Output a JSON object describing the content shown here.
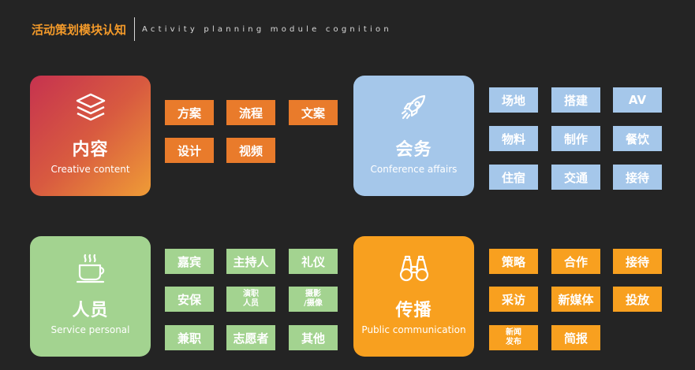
{
  "header": {
    "title_cn": "活动策划模块认知",
    "title_en": "Activity planning module cognition"
  },
  "sections": [
    {
      "id": "content",
      "title": "内容",
      "subtitle": "Creative content",
      "icon": "layers-icon",
      "tags": [
        "方案",
        "流程",
        "文案",
        "设计",
        "视频"
      ]
    },
    {
      "id": "conference",
      "title": "会务",
      "subtitle": "Conference affairs",
      "icon": "rocket-icon",
      "tags": [
        "场地",
        "搭建",
        "AV",
        "物料",
        "制作",
        "餐饮",
        "住宿",
        "交通",
        "接待"
      ]
    },
    {
      "id": "personnel",
      "title": "人员",
      "subtitle": "Service personal",
      "icon": "coffee-cup-icon",
      "tags": [
        "嘉宾",
        "主持人",
        "礼仪",
        "安保",
        "演职\n人员",
        "摄影\n/摄像",
        "兼职",
        "志愿者",
        "其他"
      ]
    },
    {
      "id": "communication",
      "title": "传播",
      "subtitle": "Public communication",
      "icon": "binoculars-icon",
      "tags": [
        "策略",
        "合作",
        "接待",
        "采访",
        "新媒体",
        "投放",
        "新闻\n发布",
        "简报"
      ]
    }
  ],
  "colors": {
    "background": "#242424",
    "accent_orange": "#f39a2a",
    "content_tag": "#e97b2b",
    "conference": "#a5c7ea",
    "personnel": "#a3d390",
    "communication": "#f8a01f"
  }
}
